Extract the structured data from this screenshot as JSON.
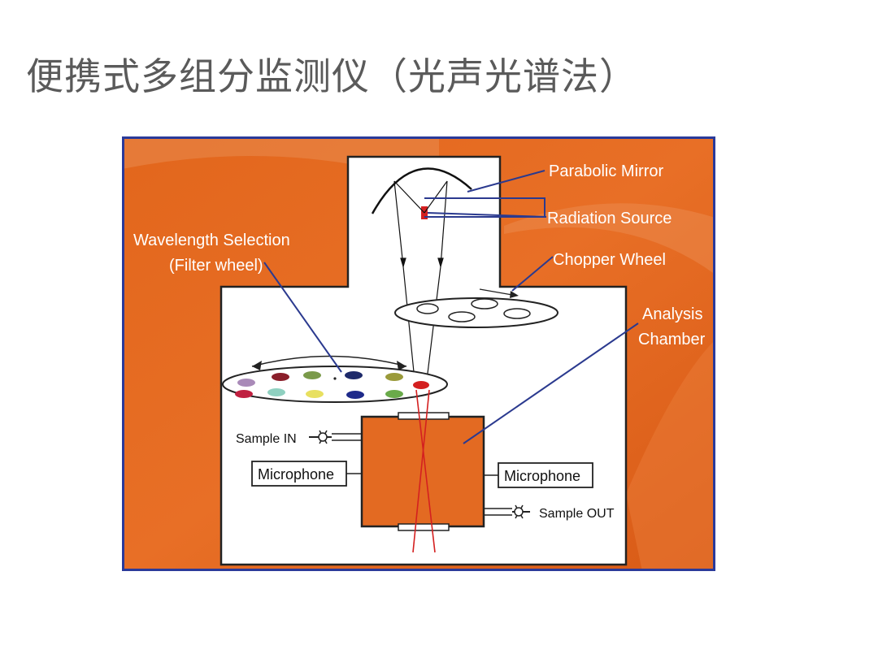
{
  "slide": {
    "title": "便携式多组分监测仪（光声光谱法）"
  },
  "diagram": {
    "labels": {
      "parabolic_mirror": "Parabolic Mirror",
      "radiation_source": "Radiation Source",
      "chopper_wheel": "Chopper Wheel",
      "analysis_chamber_line1": "Analysis",
      "analysis_chamber_line2": "Chamber",
      "wavelength_selection_line1": "Wavelength Selection",
      "wavelength_selection_line2": "(Filter wheel)",
      "sample_in": "Sample IN",
      "sample_out": "Sample OUT",
      "microphone_left": "Microphone",
      "microphone_right": "Microphone"
    },
    "colors": {
      "background_orange": "#e0651e",
      "chamber_orange": "#e36a22",
      "frame_blue": "#2a3a9a",
      "leader_blue": "#2b3a8f",
      "beam_red": "#d42020",
      "housing_white": "#ffffff"
    },
    "filter_colors_top": [
      "#a98ab8",
      "#8a1e2a",
      "#7a9a4a",
      "#1e2a6a",
      "#9a9a3a",
      "#d42020"
    ],
    "filter_colors_bottom": [
      "#8fd0c0",
      "#c02040",
      "#e8e060",
      "#1e2a8a",
      "#6aaa4a"
    ]
  }
}
